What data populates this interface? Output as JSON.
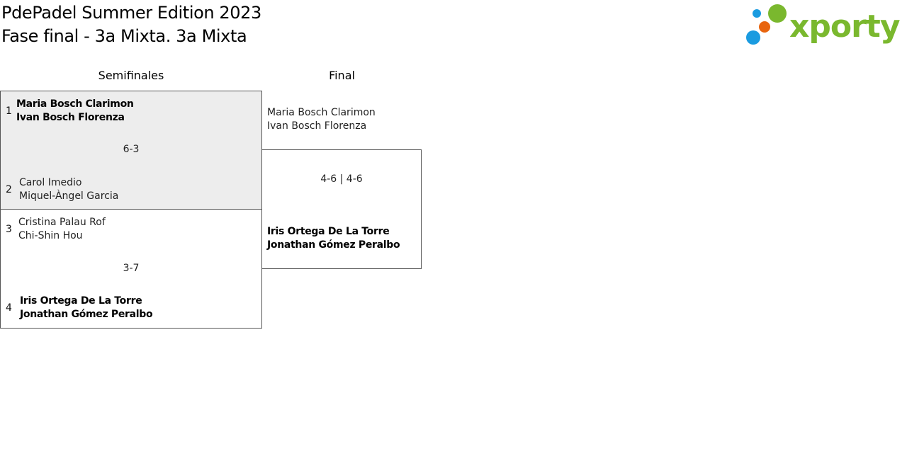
{
  "header": {
    "title_line1": "PdePadel Summer Edition 2023",
    "title_line2": "Fase final - 3a Mixta. 3a Mixta",
    "logo_text": "xporty"
  },
  "colors": {
    "logo_green": "#7ab82e",
    "logo_blue": "#1a9be0",
    "logo_orange": "#e8650f",
    "highlight_match_bg": "#ededed"
  },
  "rounds": {
    "semis_label": "Semifinales",
    "final_label": "Final"
  },
  "semis": [
    {
      "score": "6-3",
      "team_a": {
        "seed": "1",
        "player1": "Maria Bosch Clarimon",
        "player2": "Ivan Bosch Florenza",
        "winner": true
      },
      "team_b": {
        "seed": "2",
        "player1": "Carol Imedio",
        "player2": "Miquel-Àngel Garcia",
        "winner": false
      }
    },
    {
      "score": "3-7",
      "team_a": {
        "seed": "3",
        "player1": "Cristina Palau Rof",
        "player2": "Chi-Shin Hou",
        "winner": false
      },
      "team_b": {
        "seed": "4",
        "player1": "Iris Ortega De La Torre",
        "player2": "Jonathan Gómez Peralbo",
        "winner": true
      }
    }
  ],
  "final": {
    "score": "4-6 | 4-6",
    "team_a": {
      "player1": "Maria Bosch Clarimon",
      "player2": "Ivan Bosch Florenza",
      "winner": false
    },
    "team_b": {
      "player1": "Iris Ortega De La Torre",
      "player2": "Jonathan Gómez Peralbo",
      "winner": true
    }
  }
}
